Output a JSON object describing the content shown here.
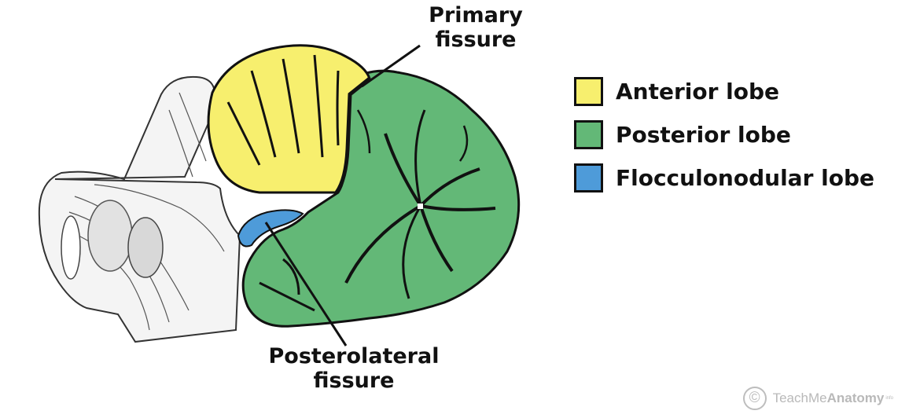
{
  "callouts": {
    "primary_fissure": [
      "Primary",
      "fissure"
    ],
    "posterolateral_fissure": [
      "Posterolateral",
      "fissure"
    ]
  },
  "legend": [
    {
      "label": "Anterior lobe",
      "color": "#f7ef6e"
    },
    {
      "label": "Posterior lobe",
      "color": "#63b877"
    },
    {
      "label": "Flocculonodular lobe",
      "color": "#4e9bd9"
    }
  ],
  "colors": {
    "anterior": "#f7ef6e",
    "posterior": "#63b877",
    "flocculonodular": "#4e9bd9",
    "fissure": "#111111",
    "brainstem_fill": "#f4f4f4",
    "brainstem_line": "#333333"
  },
  "watermark": {
    "icon": "copyright-icon",
    "prefix": "TeachMe",
    "brand": "Anatomy",
    "suffix": "info"
  }
}
